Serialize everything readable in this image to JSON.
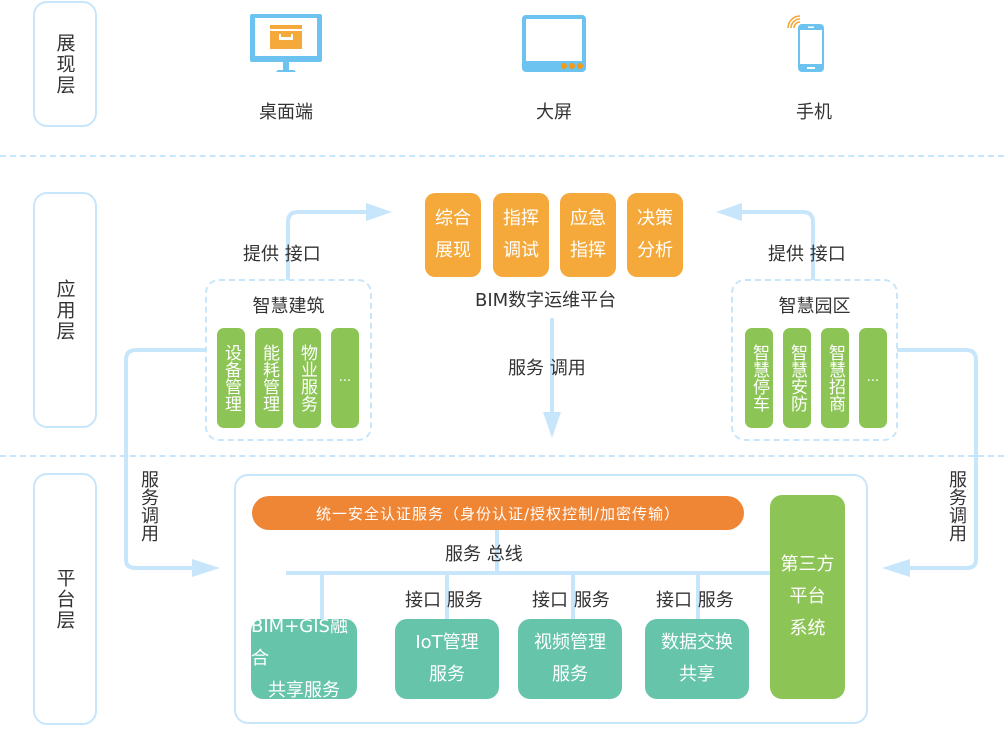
{
  "layers": {
    "presentation": "展现层",
    "application": "应用层",
    "platform": "平台层"
  },
  "devices": [
    {
      "label": "桌面端",
      "icon": "desktop-monitor-icon"
    },
    {
      "label": "大屏",
      "icon": "large-screen-icon"
    },
    {
      "label": "手机",
      "icon": "mobile-phone-icon"
    }
  ],
  "bim_platform": {
    "title": "BIM数字运维平台",
    "modules": [
      {
        "line1": "综合",
        "line2": "展现"
      },
      {
        "line1": "指挥",
        "line2": "调试"
      },
      {
        "line1": "应急",
        "line2": "指挥"
      },
      {
        "line1": "决策",
        "line2": "分析"
      }
    ],
    "down_label": "服务 调用"
  },
  "smart_building": {
    "title": "智慧建筑",
    "provide_label": "提供 接口",
    "items": [
      "设备管理",
      "能耗管理",
      "物业服务",
      "..."
    ],
    "call_label": "服务调用"
  },
  "smart_park": {
    "title": "智慧园区",
    "provide_label": "提供 接口",
    "items": [
      "智慧停车",
      "智慧安防",
      "智慧招商",
      "..."
    ],
    "call_label": "服务调用"
  },
  "platform": {
    "auth_bar": "统一安全认证服务（身份认证/授权控制/加密传输）",
    "bus_label": "服务 总线",
    "interface_labels": [
      "接口 服务",
      "接口 服务",
      "接口 服务"
    ],
    "services": [
      {
        "line1": "BIM+GIS融合",
        "line2": "共享服务"
      },
      {
        "line1": "IoT管理",
        "line2": "服务"
      },
      {
        "line1": "视频管理",
        "line2": "服务"
      },
      {
        "line1": "数据交换",
        "line2": "共享"
      }
    ],
    "third_party": {
      "line1": "第三方",
      "line2": "平台",
      "line3": "系统"
    }
  },
  "colors": {
    "connector": "#c8e6fb",
    "module_orange": "#f4a93a",
    "auth_orange": "#ef8636",
    "green": "#8cc556",
    "teal": "#66c4aa",
    "icon_blue": "#6cc3f0"
  }
}
